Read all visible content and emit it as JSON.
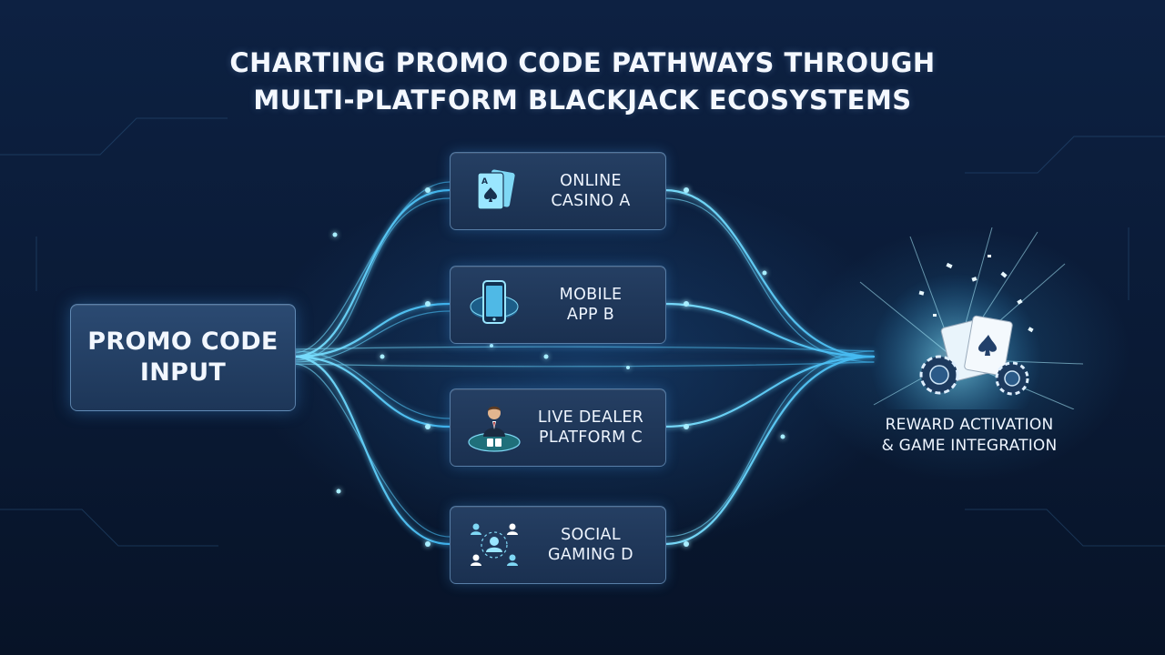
{
  "title": {
    "line1": "CHARTING PROMO CODE PATHWAYS THROUGH",
    "line2": "MULTI-PLATFORM BLACKJACK ECOSYSTEMS"
  },
  "input_node": {
    "line1": "PROMO CODE",
    "line2": "INPUT"
  },
  "platforms": [
    {
      "line1": "ONLINE",
      "line2": "CASINO A",
      "icon": "playing-cards-icon"
    },
    {
      "line1": "MOBILE",
      "line2": "APP B",
      "icon": "smartphone-icon"
    },
    {
      "line1": "LIVE DEALER",
      "line2": "PLATFORM C",
      "icon": "dealer-icon"
    },
    {
      "line1": "SOCIAL",
      "line2": "GAMING D",
      "icon": "social-network-icon"
    }
  ],
  "reward_node": {
    "line1": "REWARD ACTIVATION",
    "line2": "& GAME INTEGRATION",
    "icon": "cards-and-chips-icon"
  },
  "colors": {
    "background": "#0b1a33",
    "glow": "#5fd6ff",
    "box_fill": "#22406a",
    "text": "#eef5ff"
  }
}
